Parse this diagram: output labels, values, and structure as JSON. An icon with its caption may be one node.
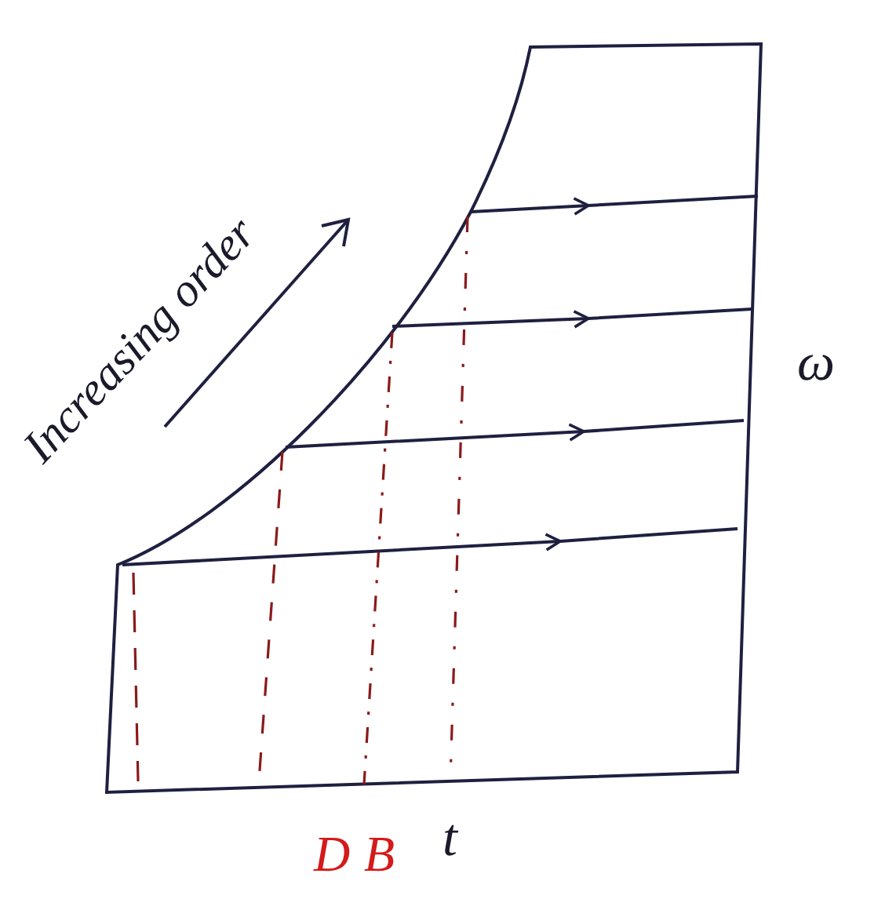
{
  "diagram": {
    "labels": [
      "Increasing order",
      "ω",
      "D",
      "B",
      "t"
    ]
  }
}
